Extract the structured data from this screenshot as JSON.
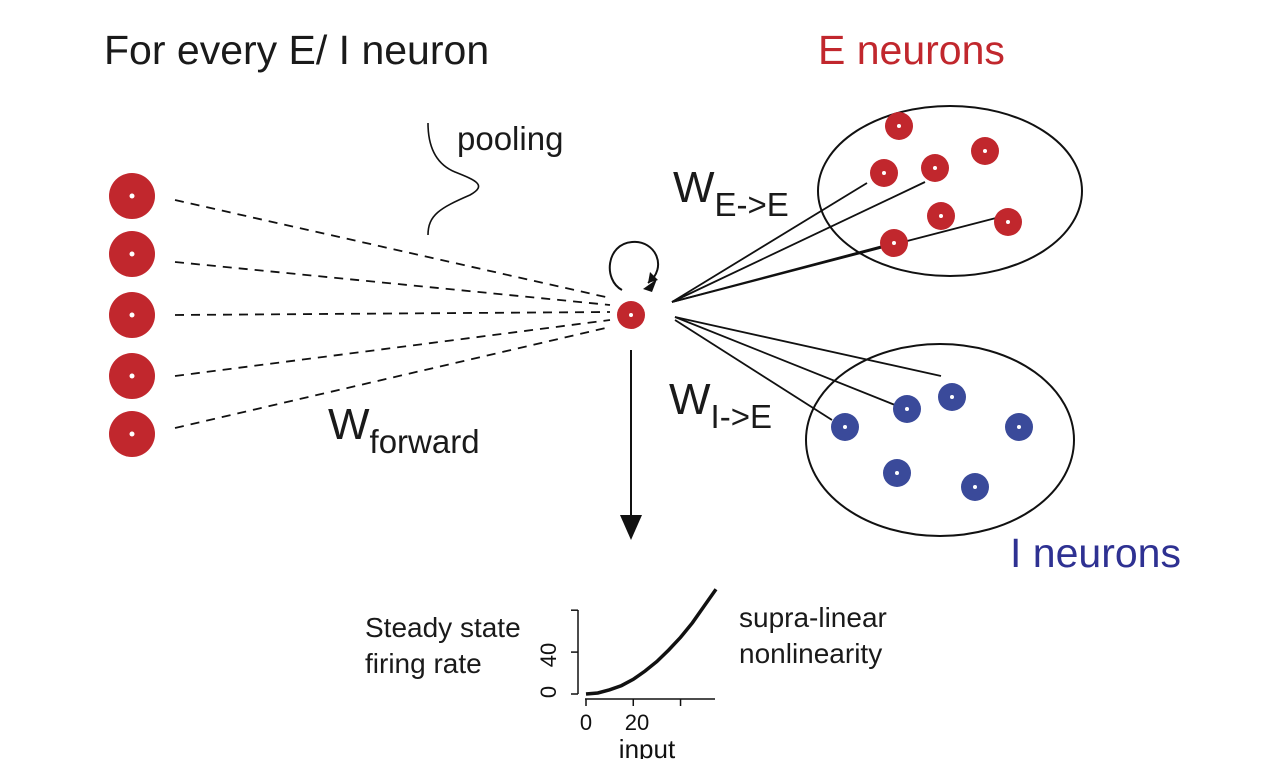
{
  "title": "For every E/ I neuron",
  "e_neurons_label": "E neurons",
  "i_neurons_label": "I neurons",
  "pooling_label": "pooling",
  "weights": {
    "w_symbol": "W",
    "e_to_e_sub": "E->E",
    "i_to_e_sub": "I->E",
    "forward_sub": "forward"
  },
  "steady_state": {
    "line1": "Steady state",
    "line2": "firing rate"
  },
  "nonlinearity": {
    "line1": "supra-linear",
    "line2": "nonlinearity"
  },
  "colors": {
    "excitatory": "#c1272d",
    "inhibitory": "#3a4a9a",
    "line": "#111111"
  },
  "chart_data": {
    "type": "line",
    "title": "",
    "xlabel": "input",
    "ylabel": "",
    "x_ticks": [
      "0",
      "20"
    ],
    "y_ticks": [
      "0",
      "40"
    ],
    "xlim": [
      0,
      55
    ],
    "ylim": [
      0,
      105
    ],
    "series": [
      {
        "x": [
          0,
          5,
          10,
          15,
          20,
          25,
          30,
          35,
          40,
          45,
          50,
          55
        ],
        "values": [
          0,
          1,
          4,
          8,
          14,
          22,
          31,
          42,
          54,
          68,
          84,
          100
        ]
      }
    ]
  }
}
